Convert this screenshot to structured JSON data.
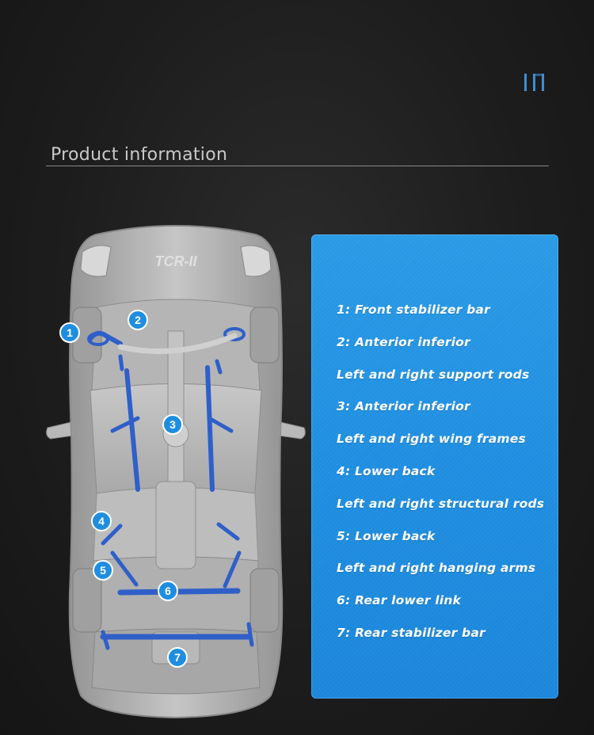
{
  "header": {
    "title": "Product information"
  },
  "logo": {
    "icon": "brand-bars-icon",
    "color": "#3b8fd4"
  },
  "car": {
    "icon": "car-chassis-diagram",
    "model_badge": "TCR-II",
    "accent_color": "#2f5fc8",
    "markers": [
      "1",
      "2",
      "3",
      "4",
      "5",
      "6",
      "7"
    ]
  },
  "panel": {
    "background": "#1f8ee0",
    "items": [
      "1: Front stabilizer bar",
      "2: Anterior inferior",
      "Left and right support rods",
      "3: Anterior inferior",
      "Left and right wing frames",
      "4: Lower back",
      "Left and right structural rods",
      "5: Lower back",
      "Left and right hanging arms",
      "6: Rear lower link",
      "7: Rear stabilizer bar"
    ]
  }
}
